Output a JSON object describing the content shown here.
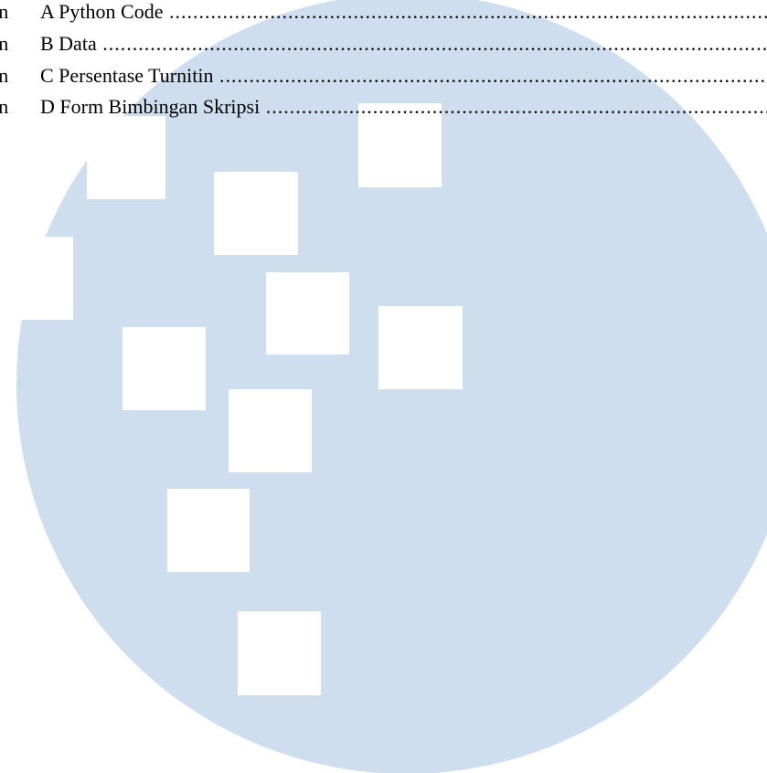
{
  "toc": {
    "entries": [
      {
        "prefix": "iran",
        "label": "A Python Code"
      },
      {
        "prefix": "iran",
        "label": "B Data"
      },
      {
        "prefix": "iran",
        "label": "C Persentase Turnitin"
      },
      {
        "prefix": "iran",
        "label": "D Form Bimbingan Skripsi"
      }
    ]
  },
  "watermark": {
    "circle_color": "#cfdeee",
    "square_color": "#ffffff"
  }
}
